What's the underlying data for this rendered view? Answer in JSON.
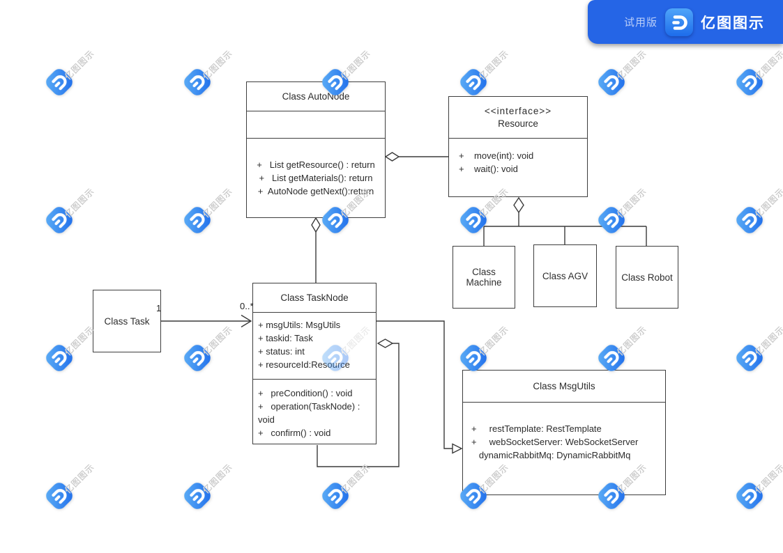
{
  "app": {
    "trial_badge": "试用版",
    "brand": "亿图图示",
    "watermark_text": "亿图图示",
    "brand_color": "#2565e6"
  },
  "diagram": {
    "classes": {
      "auto_node": {
        "title": "Class AutoNode",
        "methods": [
          "+   List getResource() : return",
          "+   List getMaterials(): return",
          "+  AutoNode getNext():return"
        ]
      },
      "resource": {
        "stereotype": "<<interface>>",
        "title": "Resource",
        "methods": [
          "+    move(int): void",
          "+    wait(): void"
        ]
      },
      "machine": {
        "title": "Class Machine"
      },
      "agv": {
        "title": "Class AGV"
      },
      "robot": {
        "title": "Class Robot"
      },
      "task": {
        "title": "Class Task"
      },
      "task_node": {
        "title": "Class TaskNode",
        "attributes": [
          "+ msgUtils: MsgUtils",
          "+ taskid: Task",
          "+ status: int",
          "+ resourceId:Resource"
        ],
        "methods": [
          "+   preCondition() : void",
          "+   operation(TaskNode) :",
          "void",
          "+   confirm() : void"
        ]
      },
      "msg_utils": {
        "title": "Class MsgUtils",
        "attributes": [
          "+     restTemplate: RestTemplate",
          "+     webSocketServer: WebSocketServer",
          "   dynamicRabbitMq: DynamicRabbitMq"
        ]
      }
    },
    "labels": {
      "task_end_multiplicity": "1",
      "tasknode_end_multiplicity": "0..*"
    }
  }
}
